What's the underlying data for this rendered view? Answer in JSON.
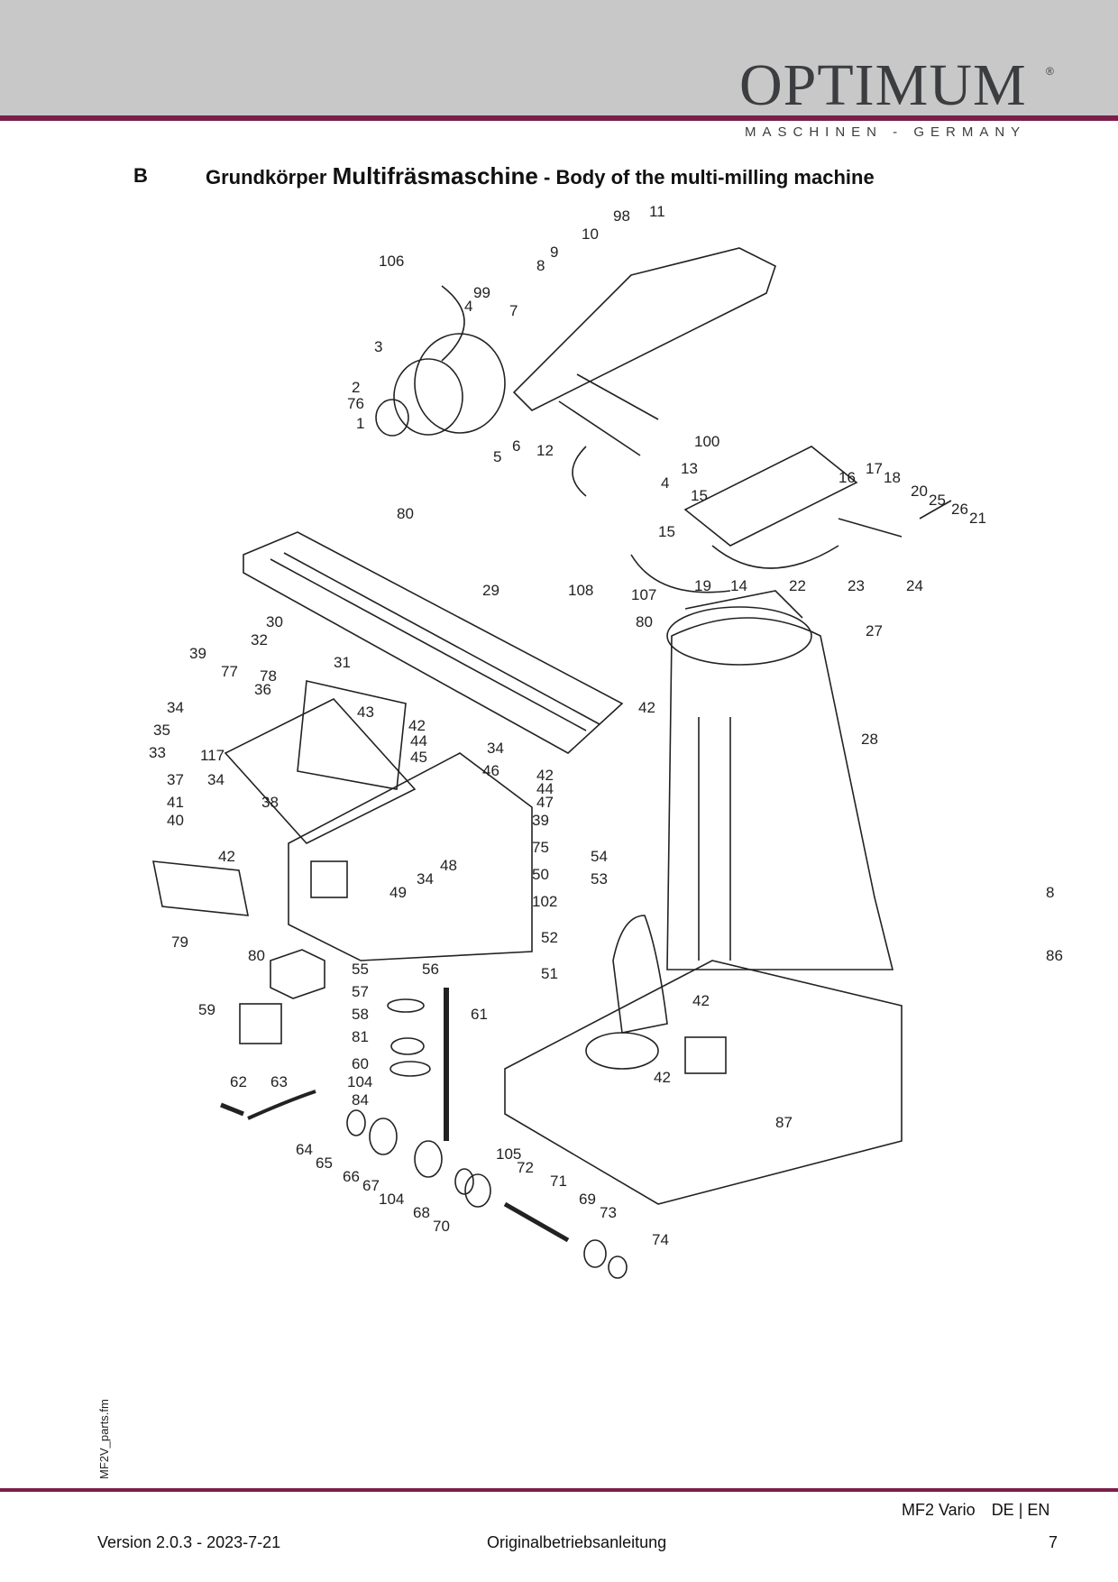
{
  "header": {
    "brand": "OPTIMUM",
    "registered": "®",
    "tagline": "MASCHINEN - GERMANY"
  },
  "section": {
    "letter": "B",
    "title_prefix": "Grundkörper",
    "title_strong": "Multifräsmaschine",
    "title_suffix": "- Body of the multi-milling machine"
  },
  "diagram": {
    "part_numbers": [
      "98",
      "11",
      "10",
      "9",
      "8",
      "106",
      "7",
      "99",
      "4",
      "3",
      "2",
      "76",
      "1",
      "5",
      "6",
      "12",
      "100",
      "15",
      "13",
      "4",
      "15",
      "107",
      "16",
      "17",
      "18",
      "20",
      "25",
      "26",
      "21",
      "19",
      "14",
      "22",
      "23",
      "24",
      "108",
      "80",
      "29",
      "30",
      "32",
      "31",
      "39",
      "77",
      "78",
      "36",
      "43",
      "34",
      "35",
      "33",
      "117",
      "37",
      "34",
      "41",
      "38",
      "40",
      "42",
      "42",
      "44",
      "45",
      "34",
      "46",
      "42",
      "44",
      "47",
      "80",
      "27",
      "42",
      "28",
      "39",
      "75",
      "50",
      "102",
      "48",
      "34",
      "49",
      "79",
      "54",
      "53",
      "52",
      "51",
      "8",
      "86",
      "80",
      "55",
      "56",
      "57",
      "61",
      "58",
      "59",
      "81",
      "60",
      "104",
      "84",
      "62",
      "63",
      "64",
      "65",
      "66",
      "67",
      "104",
      "68",
      "70",
      "105",
      "72",
      "71",
      "69",
      "73",
      "74",
      "42",
      "42",
      "87"
    ]
  },
  "sidebar": {
    "file_label": "MF2V_parts.fm"
  },
  "footer": {
    "model": "MF2 Vario",
    "languages": "DE | EN",
    "version": "Version 2.0.3 - 2023-7-21",
    "manual": "Originalbetriebsanleitung",
    "page": "7"
  },
  "colors": {
    "accent": "#7a1f4a",
    "header_bg": "#c8c8c8",
    "logo": "#3b3d40"
  }
}
